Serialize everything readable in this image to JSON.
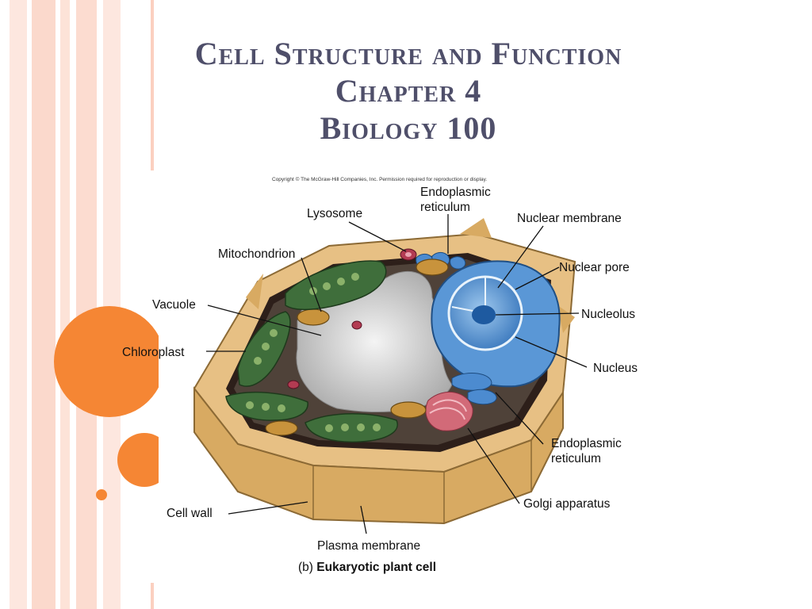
{
  "slide": {
    "title_lines": [
      "Cell Structure and Function",
      "Chapter 4",
      "Biology 100"
    ]
  },
  "figure": {
    "copyright": "Copyright © The McGraw-Hill Companies, Inc. Permission required for reproduction or display.",
    "caption_prefix": "(b)",
    "caption_title": "Eukaryotic plant cell",
    "labels": {
      "er_top_line1": "Endoplasmic",
      "er_top_line2": "reticulum",
      "lysosome": "Lysosome",
      "nuclear_membrane": "Nuclear membrane",
      "mitochondrion": "Mitochondrion",
      "nuclear_pore": "Nuclear pore",
      "vacuole": "Vacuole",
      "nucleolus": "Nucleolus",
      "chloroplast": "Chloroplast",
      "nucleus": "Nucleus",
      "er_bottom_line1": "Endoplasmic",
      "er_bottom_line2": "reticulum",
      "golgi": "Golgi apparatus",
      "cell_wall": "Cell wall",
      "plasma_membrane": "Plasma membrane"
    }
  },
  "colors": {
    "title": "#4f4f6a",
    "accent_orange": "#f58634",
    "stripe_pink": "#fbe0d8",
    "cell_wall": "#dcb06e",
    "chloroplast": "#3e6b3a",
    "nucleus": "#3f83c4",
    "vacuole": "#d9d9d9"
  }
}
